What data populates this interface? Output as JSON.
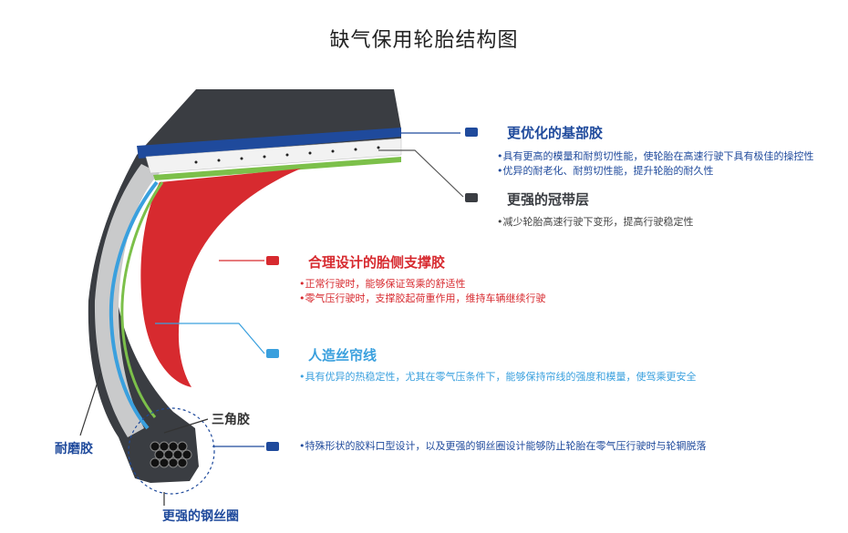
{
  "title": "缺气保用轮胎结构图",
  "colors": {
    "navy": "#1f4a9c",
    "dark": "#3a3d42",
    "red": "#d72a2f",
    "lightblue": "#3aa0de",
    "green": "#7cc04a",
    "gray": "#c9cacb"
  },
  "sections": [
    {
      "heading": "更优化的基部胶",
      "color": "#1f4a9c",
      "bullets": [
        "具有更高的模量和耐剪切性能，使轮胎在高速行驶下具有极佳的操控性",
        "优异的耐老化、耐剪切性能，提升轮胎的耐久性"
      ]
    },
    {
      "heading": "更强的冠带层",
      "color": "#3a3d42",
      "bullets": [
        "减少轮胎高速行驶下变形，提高行驶稳定性"
      ]
    },
    {
      "heading": "合理设计的胎侧支撑胶",
      "color": "#d72a2f",
      "bullets": [
        "正常行驶时，能够保证驾乘的舒适性",
        "零气压行驶时，支撑胶起荷重作用，维持车辆继续行驶"
      ]
    },
    {
      "heading": "人造丝帘线",
      "color": "#3aa0de",
      "bullets": [
        "具有优异的热稳定性，尤其在零气压条件下，能够保持帘线的强度和模量，使驾乘更安全"
      ]
    },
    {
      "heading": "",
      "color": "#1f4a9c",
      "bullets": [
        "特殊形状的胶料口型设计，以及更强的钢丝圈设计能够防止轮胎在零气压行驶时与轮辋脱落"
      ]
    }
  ],
  "labels": {
    "apex": "三角胶",
    "abrasion": "耐磨胶",
    "bead": "更强的钢丝圈"
  }
}
